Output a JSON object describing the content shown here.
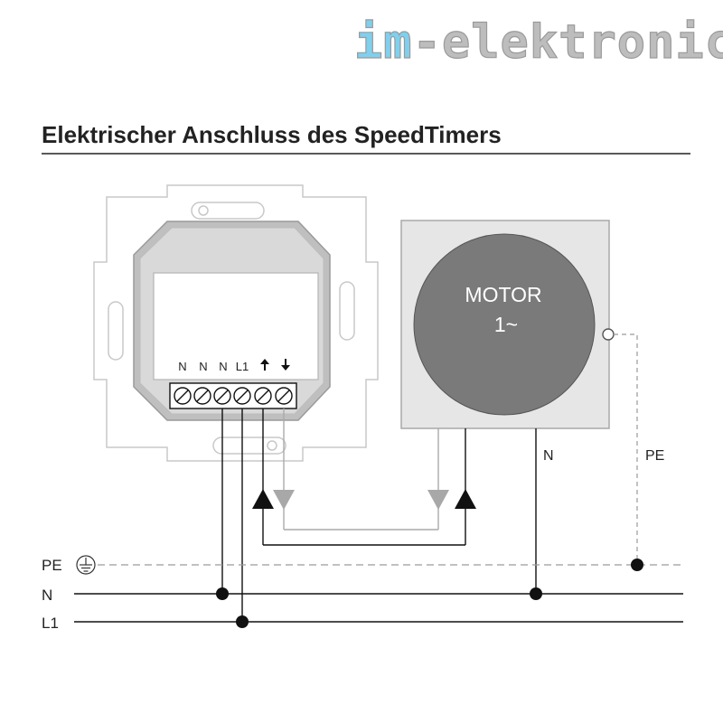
{
  "logo": {
    "prefix": "im",
    "separator": "-",
    "suffix": "elektronics",
    "prefix_color": "#7fd0ee",
    "suffix_color": "#bdbdbd"
  },
  "title": "Elektrischer Anschluss des SpeedTimers",
  "device": {
    "terminals": [
      {
        "label": "N",
        "kind": "text"
      },
      {
        "label": "N",
        "kind": "text"
      },
      {
        "label": "N",
        "kind": "text"
      },
      {
        "label": "L1",
        "kind": "text"
      },
      {
        "label": "",
        "kind": "arrow-up-icon"
      },
      {
        "label": "",
        "kind": "arrow-down-icon"
      }
    ]
  },
  "motor": {
    "line1": "MOTOR",
    "line2": "1~",
    "wire_n_label": "N",
    "wire_pe_label": "PE"
  },
  "rails": {
    "pe": "PE",
    "n": "N",
    "l1": "L1"
  },
  "colors": {
    "line": "#111111",
    "gray_wire": "#aaaaaa",
    "plate_outline": "#c8c8c8",
    "motor_box": "#e6e6e6",
    "motor_circle": "#7a7a7a",
    "device_gray": "#bfbfbf",
    "pe_dash": "#9a9a9a"
  }
}
